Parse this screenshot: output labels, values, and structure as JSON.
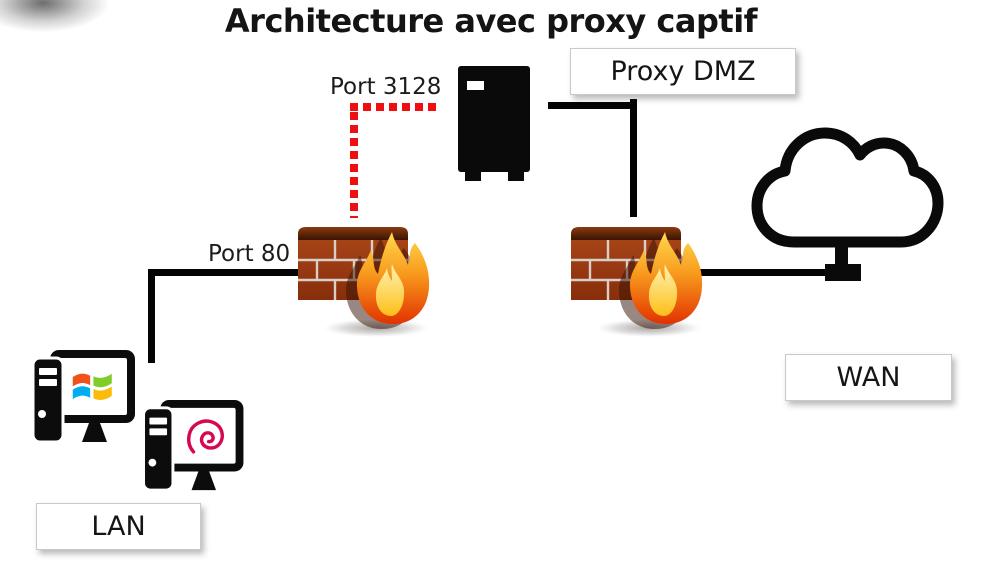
{
  "diagram": {
    "title": "Architecture avec proxy captif",
    "nodes": {
      "proxy": {
        "label": "Proxy DMZ",
        "icon": "server-tower-icon"
      },
      "wan": {
        "label": "WAN",
        "icon": "cloud-icon"
      },
      "lan": {
        "label": "LAN",
        "icons": [
          "windows-pc-icon",
          "debian-pc-icon"
        ]
      },
      "firewall_left": {
        "icon": "firewall-icon"
      },
      "firewall_right": {
        "icon": "firewall-icon"
      }
    },
    "connections": {
      "lan_to_firewall": {
        "label": "Port 80",
        "style": "solid-black"
      },
      "firewall_to_proxy": {
        "label": "Port 3128",
        "style": "dotted-red"
      },
      "proxy_to_firewall2": {
        "style": "solid-black"
      },
      "firewall2_to_wan": {
        "style": "solid-black"
      }
    },
    "colors": {
      "connector": "#040404",
      "dotted_connector": "#ee1010",
      "brick": "#9d3b15",
      "brick_cap": "#52200a",
      "mortar": "#d8cfc8",
      "flame_outer": "#e23200",
      "flame_mid": "#f89b1d",
      "flame_tip": "#ffd94f",
      "flame_inner": "#fdbe19",
      "debian_swirl": "#d70751",
      "windows_red": "#f1511b",
      "windows_green": "#80cc28",
      "windows_blue": "#00adef",
      "windows_yellow": "#fbbc09",
      "label_box_border": "#c9c9c9"
    }
  }
}
